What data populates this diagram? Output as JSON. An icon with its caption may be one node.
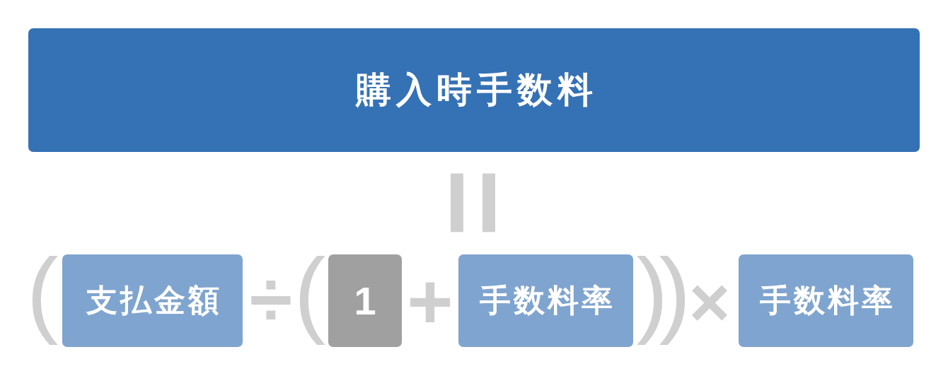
{
  "diagram": {
    "nodes": [
      {
        "text": [
          "購入時手数料"
        ]
      },
      {
        "text": [
          "支払金額"
        ]
      },
      {
        "text": [
          "1"
        ]
      },
      {
        "text": [
          "手数料率"
        ]
      },
      {
        "text": [
          "手数料率"
        ]
      }
    ],
    "labels": [
      "=",
      "(",
      "÷",
      "(",
      "+",
      ")",
      ")",
      "×"
    ]
  }
}
